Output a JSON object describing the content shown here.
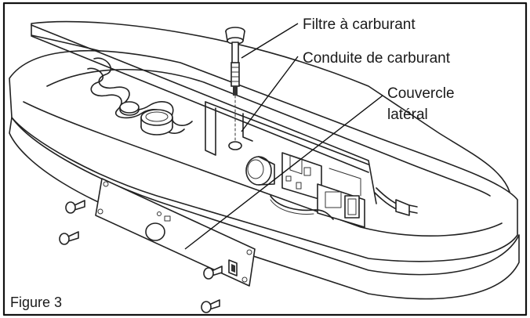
{
  "labels": {
    "fuel_filter": "Filtre à carburant",
    "fuel_line": "Conduite de carburant",
    "side_cover_line1": "Couvercle",
    "side_cover_line2": "latéral",
    "figure_caption": "Figure 3"
  }
}
